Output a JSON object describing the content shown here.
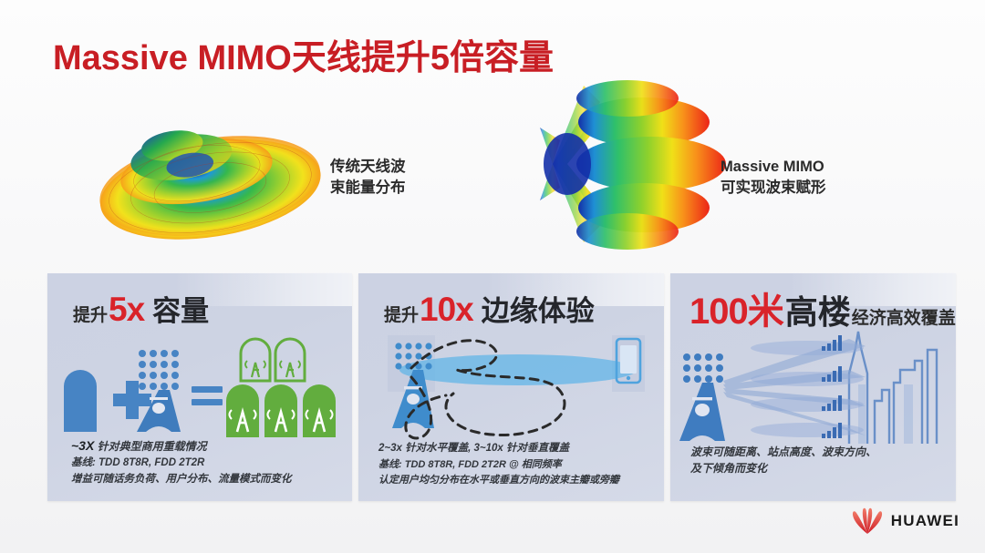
{
  "title": "Massive MIMO天线提升5倍容量",
  "colors": {
    "title_red": "#c81e24",
    "accent_red": "#d9232a",
    "panel_bg": "#ccd2e3",
    "blue": "#3b7cc0",
    "green": "#5aa83c",
    "dark_text": "#2b2b2b"
  },
  "figures": {
    "left": {
      "icon": "3d-radiation-pattern-traditional",
      "caption": "传统天线波\n束能量分布"
    },
    "right": {
      "icon": "3d-radiation-pattern-beamforming",
      "caption": "Massive MIMO\n可实现波束赋形"
    }
  },
  "panels": [
    {
      "id": "capacity",
      "head": {
        "prefix": "提升",
        "metric": "5x",
        "subject": "容量"
      },
      "art": "antenna-plus-array-equals-five-cells",
      "footnotes": {
        "line1_lead": "~3X",
        "line1": "针对典型商用重载情况",
        "line2": "基线: TDD 8T8R, FDD 2T2R",
        "line3": "增益可随话务负荷、用户分布、流量模式而变化"
      }
    },
    {
      "id": "edge-experience",
      "head": {
        "prefix": "提升",
        "metric": "10x",
        "subject": "边缘体验"
      },
      "art": "tower-beam-to-phone-with-dashed-lobes",
      "footnotes": {
        "line1": "2~3x 针对水平覆盖, 3~10x 针对垂直覆盖",
        "line2": "基线: TDD 8T8R, FDD 2T2R @ 相同频率",
        "line3": "认定用户均匀分布在水平或垂直方向的波束主瓣或旁瓣"
      }
    },
    {
      "id": "high-rise-coverage",
      "head": {
        "metric": "100米",
        "subject": "高楼",
        "suffix": "经济高效覆盖"
      },
      "art": "tower-vertical-beams-to-skyscrapers",
      "footnotes": {
        "line1": "波束可随距离、站点高度、波束方向、",
        "line2": "及下倾角而变化"
      }
    }
  ],
  "footer": {
    "brand": "HUAWEI",
    "logo": "huawei-flower-logo"
  }
}
